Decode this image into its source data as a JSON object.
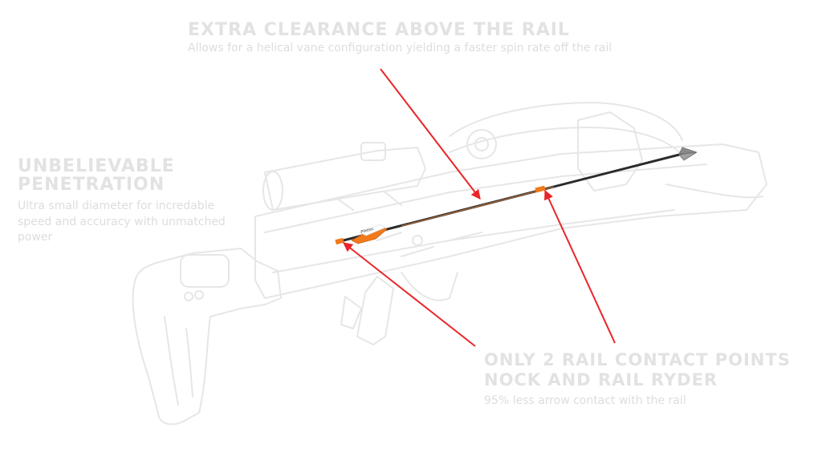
{
  "callouts": {
    "top": {
      "heading": "EXTRA CLEARANCE ABOVE THE RAIL",
      "description": "Allows for a helical vane configuration yielding a faster spin rate off the rail"
    },
    "left": {
      "heading_line1": "UNBELIEVABLE",
      "heading_line2": "PENETRATION",
      "description": "Ultra small diameter for incredable speed and accuracy with unmatched power"
    },
    "right": {
      "heading_line1": "ONLY 2 RAIL CONTACT POINTS",
      "heading_line2": "NOCK AND RAIL RYDER",
      "description": "95% less arrow contact with the rail"
    }
  },
  "arrow": {
    "vane_label": "Piletec"
  },
  "colors": {
    "pointer_red": "#e8262a",
    "outline_gray": "#e6e6e6",
    "text_gray": "#dddddd",
    "arrow_shaft": "#2b2b2b",
    "arrow_orange": "#f07a1c",
    "broadhead": "#8a8a8a"
  },
  "icons": {
    "crossbow": "crossbow-outline-icon",
    "arrow": "crossbow-bolt-icon"
  }
}
